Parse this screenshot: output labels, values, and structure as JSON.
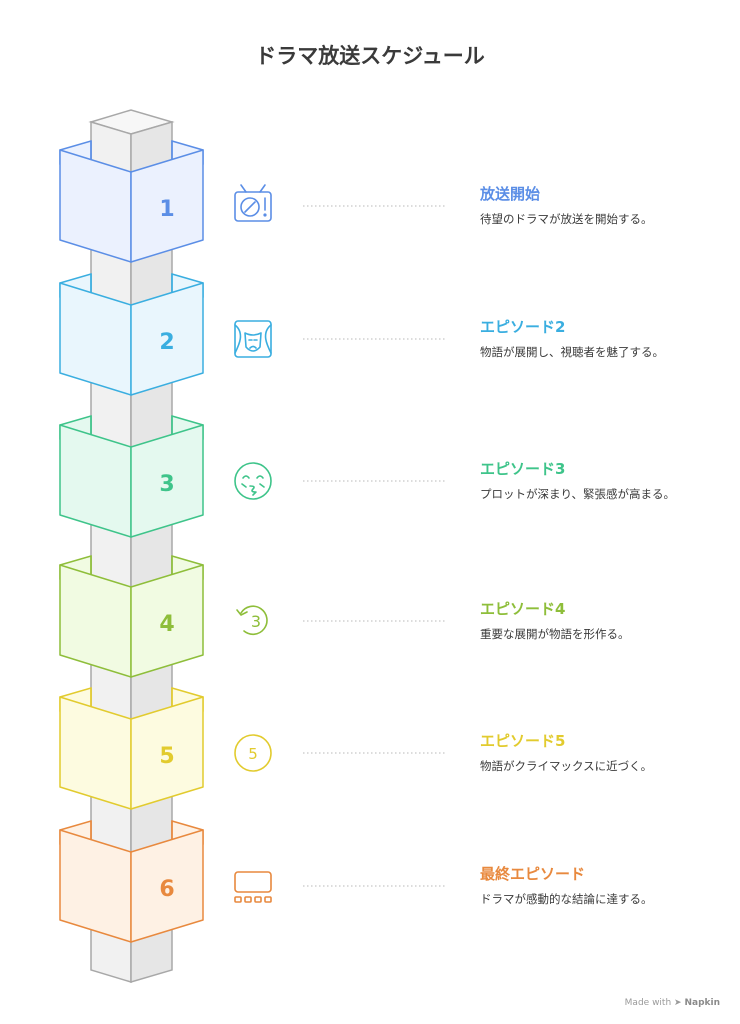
{
  "title": "ドラマ放送スケジュール",
  "steps": [
    {
      "num": "1",
      "title": "放送開始",
      "desc": "待望のドラマが放送を開始する。",
      "color": "#5b8ee6",
      "fill": "#ebf1fe",
      "icon": "tv-icon"
    },
    {
      "num": "2",
      "title": "エピソード2",
      "desc": "物語が展開し、視聴者を魅了する。",
      "color": "#3aaee0",
      "fill": "#e9f6fd",
      "icon": "theater-mask-icon"
    },
    {
      "num": "3",
      "title": "エピソード3",
      "desc": "プロットが深まり、緊張感が高まる。",
      "color": "#3ec48a",
      "fill": "#e4f9ef",
      "icon": "tense-face-icon"
    },
    {
      "num": "4",
      "title": "エピソード4",
      "desc": "重要な展開が物語を形作る。",
      "color": "#8ebe3a",
      "fill": "#f1fbe2",
      "icon": "replay-three-icon"
    },
    {
      "num": "5",
      "title": "エピソード5",
      "desc": "物語がクライマックスに近づく。",
      "color": "#e2cb2e",
      "fill": "#fdfbe0",
      "icon": "circle-five-icon"
    },
    {
      "num": "6",
      "title": "最終エピソード",
      "desc": "ドラマが感動的な結論に達する。",
      "color": "#e8893e",
      "fill": "#fef1e4",
      "icon": "screen-panel-icon"
    }
  ],
  "footer": {
    "made_with": "Made with",
    "brand": "Napkin"
  }
}
